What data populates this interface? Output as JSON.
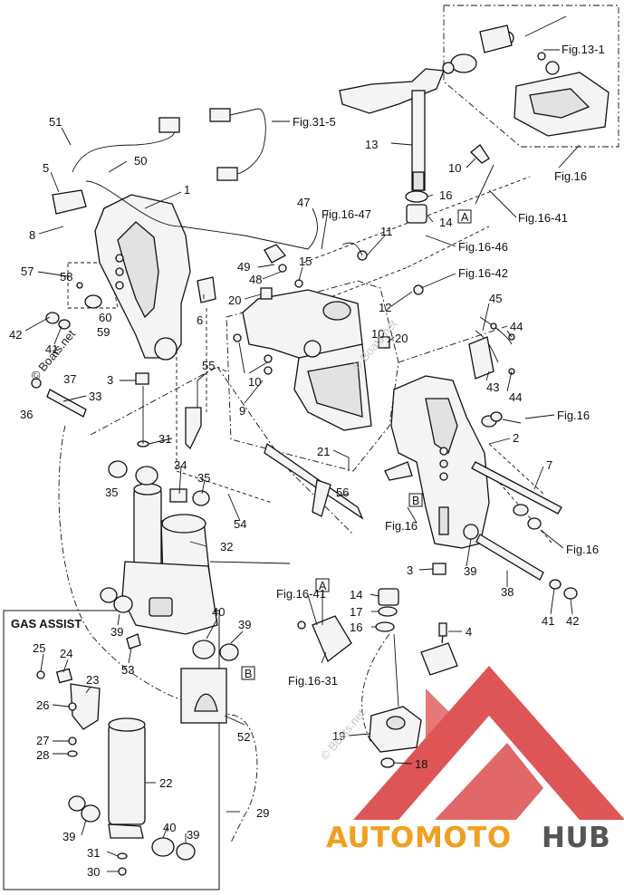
{
  "panel": {
    "title": "GAS ASSIST"
  },
  "watermarks": [
    "© Boats.net",
    "© Boats.net",
    "© Boats.net"
  ],
  "brand": {
    "part1": "AUTO",
    "part2": "MOTO",
    "part3": "HUB",
    "colors": {
      "primary": "#f0a020",
      "dark": "#555555",
      "logo": "#d9383a"
    }
  },
  "boxed_letters": [
    "A",
    "B",
    "A",
    "B"
  ],
  "callouts": [
    "51",
    "50",
    "5",
    "8",
    "1",
    "57",
    "58",
    "60",
    "59",
    "42",
    "41",
    "37",
    "36",
    "33",
    "3",
    "31",
    "6",
    "55",
    "34",
    "35",
    "35",
    "54",
    "32",
    "39",
    "40",
    "39",
    "53",
    "25",
    "24",
    "23",
    "26",
    "27",
    "28",
    "22",
    "39",
    "40",
    "39",
    "31",
    "30",
    "29",
    "52",
    "47",
    "49",
    "48",
    "15",
    "11",
    "20",
    "10",
    "10",
    "9",
    "21",
    "56",
    "20",
    "12",
    "13",
    "10",
    "16",
    "14",
    "45",
    "44",
    "43",
    "44",
    "2",
    "7",
    "39",
    "38",
    "3",
    "14",
    "17",
    "16",
    "4",
    "41",
    "42",
    "18",
    "19"
  ],
  "refs": [
    "Fig.31-5",
    "Fig.13-1",
    "Fig.16",
    "Fig.16-41",
    "Fig.16-47",
    "Fig.16-46",
    "Fig.16-42",
    "Fig.16",
    "Fig.16",
    "Fig.16",
    "Fig.16-41",
    "Fig.16-31"
  ]
}
